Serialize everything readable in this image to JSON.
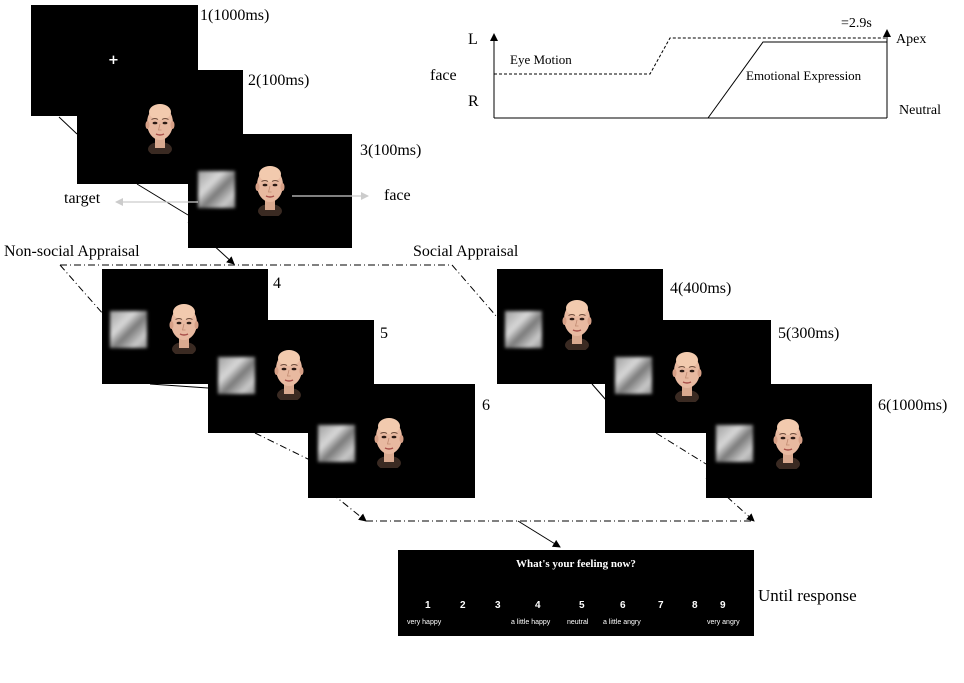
{
  "frames": {
    "f1": "1(1000ms)",
    "f2": "2(100ms)",
    "f3": "3(100ms)",
    "ns4": "4",
    "ns5": "5",
    "ns6": "6",
    "s4": "4(400ms)",
    "s5": "5(300ms)",
    "s6": "6(1000ms)"
  },
  "fixation": "+",
  "labels": {
    "target": "target",
    "face": "face",
    "non_social": "Non-social Appraisal",
    "social": "Social Appraisal",
    "until_response": "Until response"
  },
  "timeline": {
    "L": "L",
    "R": "R",
    "face": "face",
    "eye_motion": "Eye Motion",
    "emotional_expression": "Emotional Expression",
    "duration": "=2.9s",
    "apex": "Apex",
    "neutral": "Neutral"
  },
  "rating": {
    "question": "What's your feeling now?",
    "numbers": [
      "1",
      "2",
      "3",
      "4",
      "5",
      "6",
      "7",
      "8",
      "9"
    ],
    "anchors": {
      "a1": "very happy",
      "a4": "a little happy",
      "a5": "neutral",
      "a6": "a little angry",
      "a9": "very angry"
    }
  },
  "colors": {
    "screen": "#000000",
    "text": "#000000",
    "arrow_light": "#cccccc"
  }
}
